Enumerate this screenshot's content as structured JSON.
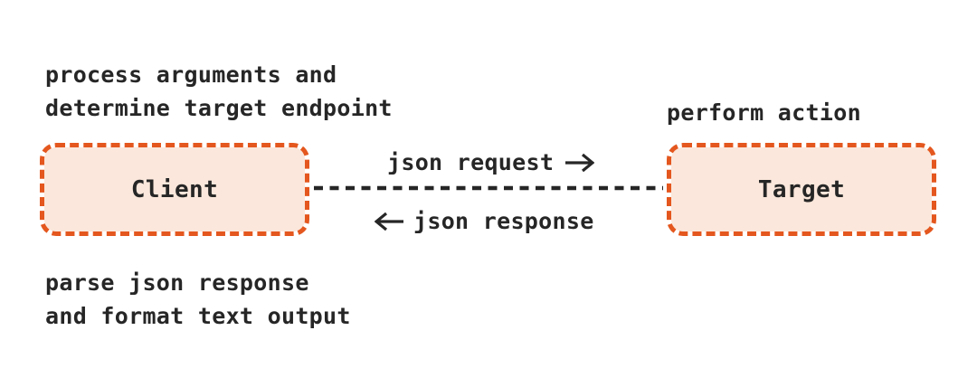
{
  "diagram": {
    "client": {
      "label": "Client",
      "note_above": [
        "process arguments and",
        "determine target endpoint"
      ],
      "note_below": [
        "parse json response",
        "and format text output"
      ]
    },
    "target": {
      "label": "Target",
      "note_above": "perform action"
    },
    "connection": {
      "request_label": "json request",
      "response_label": "json response",
      "request_arrow_icon": "right-arrow",
      "response_arrow_icon": "left-arrow"
    },
    "colors": {
      "box_border": "#E4571E",
      "box_fill": "#FBE7DB",
      "text": "#262626",
      "background": "#FFFFFF"
    }
  }
}
